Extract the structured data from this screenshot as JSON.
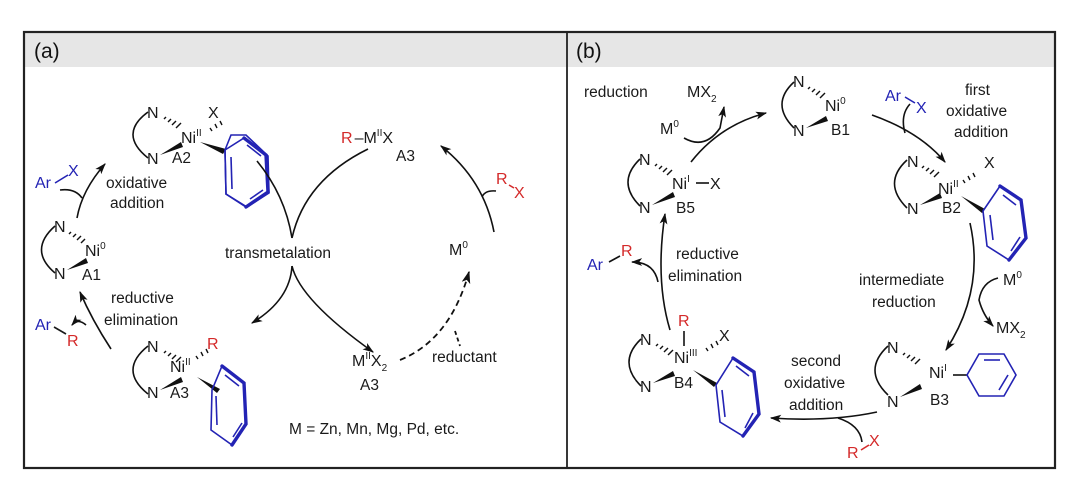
{
  "panels": {
    "a": {
      "header": "(a)",
      "complexes": {
        "A1": {
          "n_top": "N",
          "n_bottom": "N",
          "metal": "Ni",
          "ox": "0",
          "label": "A1"
        },
        "A2": {
          "n_top": "N",
          "n_bottom": "N",
          "metal": "Ni",
          "ox": "II",
          "ligand": "X",
          "label": "A2"
        },
        "A3_ni": {
          "n_top": "N",
          "n_bottom": "N",
          "metal": "Ni",
          "ox": "II",
          "ligand": "R",
          "label": "A3"
        }
      },
      "reagents": {
        "ar_x": {
          "ar": "Ar",
          "x": "X"
        },
        "ar_r": {
          "ar": "Ar",
          "r": "R"
        },
        "r_x": {
          "r": "R",
          "x": "X"
        },
        "r_mx": {
          "r": "R",
          "m": "M",
          "ox": "II",
          "x": "X",
          "label": "A3"
        },
        "mx2": {
          "m": "M",
          "ox": "II",
          "x": "X",
          "sub": "2",
          "label": "A3"
        },
        "m0": {
          "m": "M",
          "ox": "0"
        }
      },
      "steps": {
        "oxidative_addition": [
          "oxidative",
          "addition"
        ],
        "transmetalation": "transmetalation",
        "reductive_elimination": [
          "reductive",
          "elimination"
        ],
        "reductant": "reductant"
      },
      "footnote": "M = Zn, Mn, Mg, Pd, etc."
    },
    "b": {
      "header": "(b)",
      "complexes": {
        "B1": {
          "n_top": "N",
          "n_bottom": "N",
          "metal": "Ni",
          "ox": "0",
          "label": "B1"
        },
        "B2": {
          "n_top": "N",
          "n_bottom": "N",
          "metal": "Ni",
          "ox": "II",
          "ligand": "X",
          "label": "B2"
        },
        "B3": {
          "n_top": "N",
          "n_bottom": "N",
          "metal": "Ni",
          "ox": "I",
          "label": "B3"
        },
        "B4": {
          "n_top": "N",
          "n_bottom": "N",
          "metal": "Ni",
          "ox": "III",
          "ligand_top": "R",
          "ligand": "X",
          "label": "B4"
        },
        "B5": {
          "n_top": "N",
          "n_bottom": "N",
          "metal": "Ni",
          "ox": "I",
          "ligand": "X",
          "label": "B5"
        }
      },
      "reagents": {
        "ar_x": {
          "ar": "Ar",
          "x": "X"
        },
        "ar_r": {
          "ar": "Ar",
          "r": "R"
        },
        "r_x": {
          "r": "R",
          "x": "X"
        },
        "m0_top": {
          "m": "M",
          "ox": "0"
        },
        "mx2_top": {
          "m": "MX",
          "sub": "2"
        },
        "m0_right": {
          "m": "M",
          "ox": "0"
        },
        "mx2_right": {
          "m": "MX",
          "sub": "2"
        }
      },
      "steps": {
        "reduction": "reduction",
        "first_oa": [
          "first",
          "oxidative",
          "addition"
        ],
        "intermediate_reduction": [
          "intermediate",
          "reduction"
        ],
        "second_oa": [
          "second",
          "oxidative",
          "addition"
        ],
        "reductive_elimination": [
          "reductive",
          "elimination"
        ]
      }
    }
  },
  "colors": {
    "aryl": "#2323b4",
    "alkyl": "#d42a2a",
    "header_bg": "#e6e6e6",
    "border": "#222222"
  }
}
